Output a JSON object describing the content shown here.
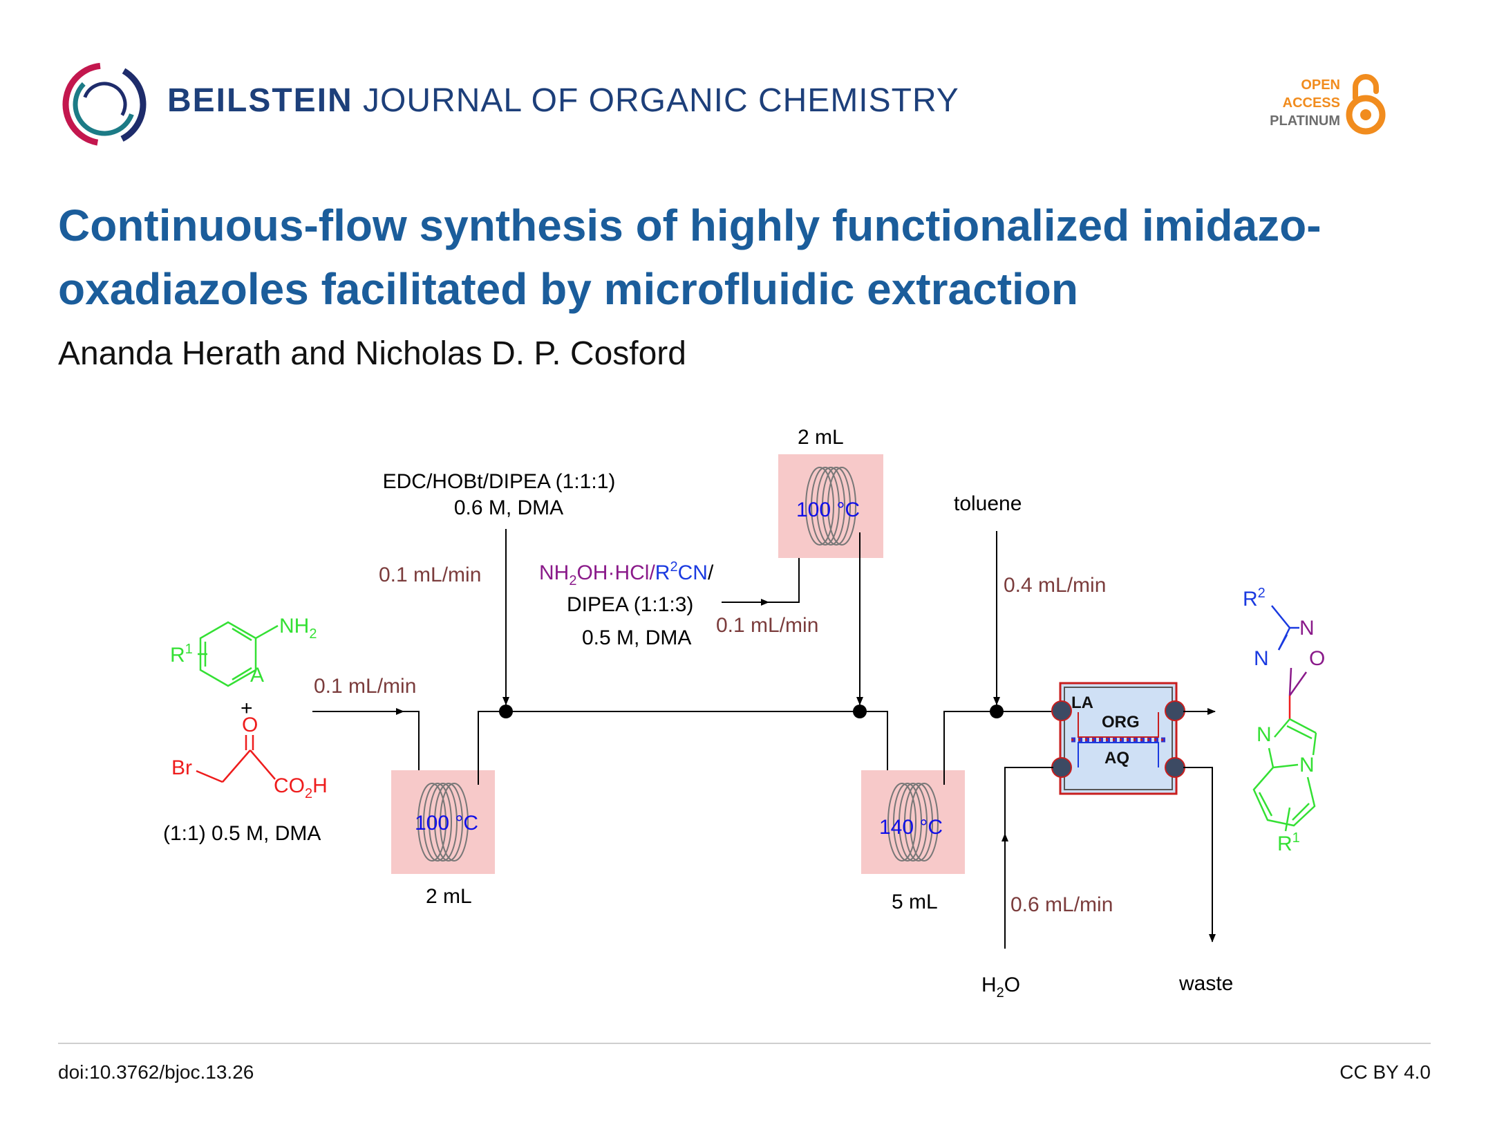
{
  "header": {
    "journal_name_bold": "BEILSTEIN",
    "journal_name_rest": "JOURNAL OF ORGANIC CHEMISTRY",
    "open_access_line1": "OPEN",
    "open_access_line2": "ACCESS",
    "open_access_line3": "PLATINUM"
  },
  "article": {
    "title": "Continuous-flow synthesis of highly functionalized imidazo-oxadiazoles facilitated by microfluidic extraction",
    "authors": "Ananda Herath and Nicholas D. P. Cosford"
  },
  "scheme": {
    "reagent1_conditions": "(1:1) 0.5 M, DMA",
    "reagent1_flow": "0.1 mL/min",
    "coupling_reagents": "EDC/HOBt/DIPEA (1:1:1)",
    "coupling_conc": "0.6 M, DMA",
    "coupling_flow": "0.1 mL/min",
    "reagent3_line1_a": "NH",
    "reagent3_line1_b": "2",
    "reagent3_line1_c": "OH·HCl/",
    "reagent3_line1_d": "R",
    "reagent3_line1_e": "2",
    "reagent3_line1_f": "CN",
    "reagent3_line1_g": "/",
    "reagent3_line2": "DIPEA (1:1:3)",
    "reagent3_line3": "0.5 M, DMA",
    "reagent3_flow": "0.1 mL/min",
    "coil1_temp": "100 °C",
    "coil1_volume": "2 mL",
    "coil2_temp": "100 °C",
    "coil2_volume": "2 mL",
    "coil3_temp": "140 °C",
    "coil3_volume": "5 mL",
    "toluene_label": "toluene",
    "toluene_flow": "0.4 mL/min",
    "water_label_a": "H",
    "water_label_b": "2",
    "water_label_c": "O",
    "water_flow": "0.6 mL/min",
    "waste_label": "waste",
    "extractor_top_label": "LA",
    "extractor_org_label": "ORG",
    "extractor_aq_label": "AQ",
    "plus": "+",
    "atoms": {
      "nh2_a": "NH",
      "nh2_b": "2",
      "r1_a": "R",
      "r1_b": "1",
      "a_atom": "A",
      "o_atom": "O",
      "br_atom": "Br",
      "co2h_a": "CO",
      "co2h_b": "2",
      "co2h_c": "H",
      "r2_a": "R",
      "r2_b": "2",
      "n_atom_1": "N",
      "n_atom_2": "N",
      "o_atom_ring": "O",
      "n_atom_3": "N",
      "n_atom_4": "N",
      "r1p_a": "R",
      "r1p_b": "1"
    }
  },
  "footer": {
    "doi": "doi:10.3762/bjoc.13.26",
    "license": "CC BY 4.0"
  },
  "colors": {
    "brand_blue": "#1d3f7a",
    "title_blue": "#1b5d9b",
    "open_access_orange": "#f18c1e",
    "flow_rate_brown": "#7b3c3c",
    "temperature_blue": "#1010e8",
    "coil_fill": "#f7c9c9",
    "aryl_green": "#34e034",
    "acid_red": "#ee1c1c",
    "hydroxylamine_purple": "#8a1a8a",
    "nitrile_blue": "#1a3ae0"
  }
}
